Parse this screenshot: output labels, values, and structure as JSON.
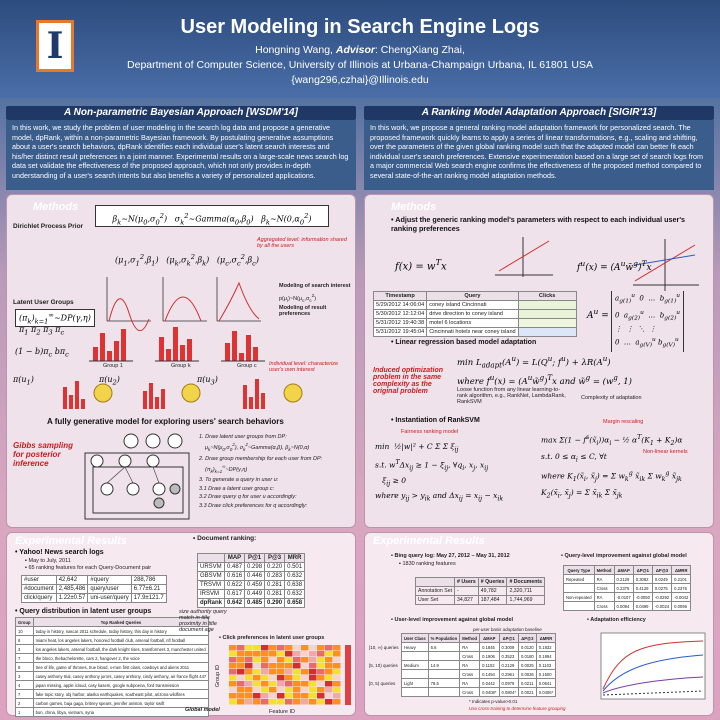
{
  "header": {
    "title": "User Modeling in Search Engine Logs",
    "authors_prefix": "Hongning Wang,",
    "advisor": "Advisor",
    "authors_suffix": ": ChengXiang Zhai,",
    "affiliation": "Department of Computer Science, University of Illinois at Urbana-Champaign Urbana, IL 61801 USA",
    "email": "{wang296,czhai}@Illinois.edu",
    "logo": "I"
  },
  "left": {
    "heading": "A Non-parametric Bayesian Approach [WSDM'14]",
    "intro": "In this work, we study the problem of user modeling in the search log data and propose a generative model, dpRank, within a non-parametric Bayesian framework. By postulating generative assumptions about a user's search behaviors, dpRank identifies each individual user's latent search interests and his/her distinct result preferences in a joint manner. Experimental results on a large-scale news search log data set validate the effectiveness of the proposed approach, which not only provides in-depth understanding of a user's search intents but also benefits a variety of personalized applications.",
    "methods_title": "Methods",
    "dirichlet": "Dirichlet Process Prior",
    "latent_groups": "Latent User Groups",
    "aggregated_note": "Aggregated level: information shared by all the users",
    "interest_note": "Modeling of search interest",
    "result_pref_note": "Modeling of result preferences",
    "individual_note": "Individual level: characterize user's own interest",
    "group1": "Group 1",
    "groupk": "Group k",
    "groupc": "Group c",
    "model_caption": "A fully generative model for exploring users' search behaviors",
    "gibbs": "Gibbs sampling for posterior inference",
    "steps": [
      "1. Draw latent user groups from DP:",
      "2. Draw group membership for each user from DP:",
      "3. To generate a query in user u:",
      "3.1 Draw a latent user group c:",
      "3.2 Draw query q for user u accordingly:",
      "3.3 Draw click preferences for q accordingly:"
    ],
    "results_title": "Experimental Results",
    "yahoo_bullet": "Yahoo! News search logs",
    "yahoo_sub1": "May to July, 2011",
    "yahoo_sub2": "65 ranking features for each Query-Document pair",
    "stats_rows": [
      [
        "#user",
        "42,642",
        "#query",
        "288,786"
      ],
      [
        "#document",
        "2,485,486",
        "query/user",
        "6.77±6.21"
      ],
      [
        "click/query",
        "1.22±0.57",
        "uni-user/query",
        "17.9±121.7"
      ]
    ],
    "doc_ranking": "Document ranking:",
    "rank_header": [
      "",
      "MAP",
      "P@1",
      "P@3",
      "MRR"
    ],
    "rank_rows": [
      [
        "URSVM",
        "0.487",
        "0.298",
        "0.220",
        "0.501"
      ],
      [
        "GBSVM",
        "0.616",
        "0.446",
        "0.283",
        "0.632"
      ],
      [
        "TRSVM",
        "0.622",
        "0.459",
        "0.281",
        "0.638"
      ],
      [
        "IRSVM",
        "0.617",
        "0.449",
        "0.281",
        "0.632"
      ],
      [
        "dpRank",
        "0.642",
        "0.485",
        "0.290",
        "0.658"
      ]
    ],
    "query_dist_bullet": "Query distribution in latent user groups",
    "qd_header": [
      "Group",
      "Top Ranked Queries"
    ],
    "qd_rows": [
      [
        "10",
        "today in history, nascar 2011 schedule, today history, this day in history"
      ],
      [
        "6",
        "miami heat, los angeles lakers, honored football club, arsenal football, nfl football"
      ],
      [
        "3",
        "los angeles lakers, arsenal football, the dark knight rises, transformers 3, manchester united"
      ],
      [
        "7",
        "the bloco, thebachelorette, cars 2, hangover 2, the voice"
      ],
      [
        "8",
        "tree of life, game of thrones, true blood, x-men first class, cowboys and aliens 2011"
      ],
      [
        "3",
        "casey anthony trial, casey anthony jurors, casey anthony, cindy anthony, air france flight 447"
      ],
      [
        "4",
        "japan missing, apple icloud, casy kasem, google subpoena, ford transmission"
      ],
      [
        "7",
        "fake topic story, obj harbor, alaska earthquakes, southeast pilot, arizona wildfires"
      ],
      [
        "2",
        "carbon games, baja gaga, britney spears, jennifer aniston, taylor swift"
      ],
      [
        "1",
        "bon, china, libya, vietnam, syria"
      ]
    ],
    "size_note": "size authority query match in title",
    "prox_note": "proximity in title document age",
    "click_pref_title": "Click preferences in latent user groups",
    "global_model": "Global model",
    "heat_xlabel": "Feature ID",
    "heat_ylabel": "Group ID"
  },
  "right": {
    "heading": "A Ranking Model Adaptation Approach [SIGIR'13]",
    "intro": "In this work, we propose a general ranking model adaptation framework for personalized search. The proposed framework quickly learns to apply a series of linear transformations, e.g., scaling and shifting, over the parameters of the given global ranking model such that the adapted model can better fit each individual user's search preferences. Extensive experimentation based on a large set of search logs from a major commercial Web search engine confirms the effectiveness of the proposed method compared to several state-of-the-art ranking model adaptation methods.",
    "methods_title": "Methods",
    "bullet1": "Adjust the generic ranking model's parameters with respect to each individual user's ranking preferences",
    "log_header": [
      "Timestamp",
      "Query",
      "Clicks"
    ],
    "log_rows": [
      [
        "5/29/2012 14:06:04",
        "coney island Cincinnati"
      ],
      [
        "5/30/2012 12:12:04",
        "drive direction to coney island"
      ],
      [
        "5/31/2012 19:40:38",
        "motel 6 locations"
      ],
      [
        "5/31/2012 19:45:04",
        "Cincinnati hotels near coney island"
      ]
    ],
    "bullet2": "Linear regression based model adaptation",
    "induced_note": "Induced optimization problem in the same complexity as the original problem",
    "loss_note": "Loose function from any linear learning-to-rank algorithm, e.g., RankNet, LambdaRank, RankSVM",
    "complexity_note": "Complexity of adaptation",
    "bullet3": "Instantiation of RankSVM",
    "margin_note": "Margin rescaling",
    "fairness_note": "Fairness ranking model",
    "kernel_note": "Non-linear kernels",
    "results_title": "Experimental Results",
    "bing_bullet": "Bing query log: May 27, 2012 – May 31, 2012",
    "bing_sub": "1830 ranking features",
    "ds_header": [
      "",
      "# Users",
      "# Queries",
      "# Documents"
    ],
    "ds_rows": [
      [
        "Annotation Set",
        "-",
        "49,782",
        "2,320,711"
      ],
      [
        "User Set",
        "34,827",
        "187,484",
        "1,744,969"
      ]
    ],
    "qlevel_bullet": "Query-level improvement against global model",
    "ql_header": [
      "Query Type",
      "Method",
      "ΔMAP",
      "ΔP@1",
      "ΔP@3",
      "ΔMRR"
    ],
    "ql_rows": [
      [
        "Repeated",
        "RA",
        "0.2129",
        "0.3082",
        "0.0249",
        "0.2101"
      ],
      [
        "",
        "Cross",
        "0.2375",
        "0.4129",
        "0.0275",
        "0.2376"
      ],
      [
        "Non-repeated",
        "RA",
        "-0.0107",
        "-0.0050",
        "-0.0292",
        "-0.0042"
      ],
      [
        "",
        "Cross",
        "0.0094",
        "0.0499",
        "-0.0024",
        "0.0096"
      ]
    ],
    "ulevel_bullet": "User-level improvement against global model",
    "ul_caption": "per-user basis adaptation baseline",
    "ul_header": [
      "User Class",
      "% Population",
      "Method",
      "ΔMAP",
      "ΔP@1",
      "ΔP@3",
      "ΔMRR"
    ],
    "ul_rows": [
      [
        "Heavy",
        "6.6",
        "RA",
        "0.1845",
        "0.3009",
        "0.0120",
        "0.1832"
      ],
      [
        "",
        "",
        "Cross",
        "0.1906",
        "0.3523",
        "0.0180",
        "0.1994"
      ],
      [
        "Medium",
        "14.9",
        "RA",
        "0.1102",
        "0.2129",
        "0.0025",
        "0.1103"
      ],
      [
        "",
        "",
        "Cross",
        "0.1494",
        "0.2961",
        "0.0026",
        "0.1500"
      ],
      [
        "Light",
        "78.5",
        "RA",
        "0.0442",
        "0.0979",
        "0.0211",
        "0.0641"
      ],
      [
        "",
        "",
        "Cross",
        "0.0408*",
        "0.0804*",
        "0.0021",
        "0.0406*"
      ]
    ],
    "ul_row_labels": [
      "[10, ∞) queries",
      "[5, 10) queries",
      "[0, 5) queries"
    ],
    "ul_note1": "* Indicates p-value>0.01",
    "ul_note2": "Use cross-training to determine feature grouping",
    "adapt_bullet": "Adaptation efficiency"
  }
}
